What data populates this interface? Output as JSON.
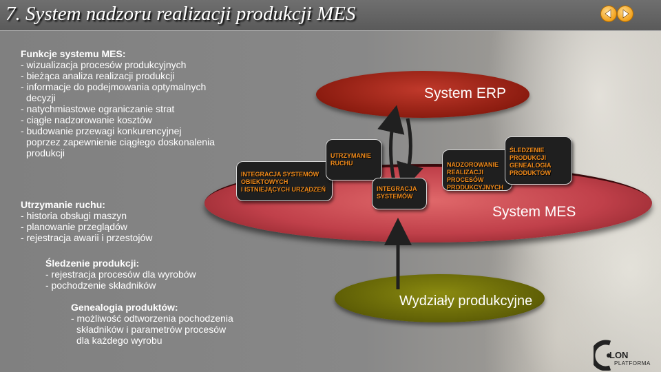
{
  "title": "7. System nadzoru realizacji produkcji MES",
  "block_functions": {
    "heading": "Funkcje systemu MES:",
    "lines": [
      "- wizualizacja procesów produkcyjnych",
      "- bieżąca analiza realizacji produkcji",
      "- informacje do podejmowania optymalnych",
      "decyzji",
      "- natychmiastowe ograniczanie strat",
      "- ciągłe nadzorowanie kosztów",
      "- budowanie przewagi konkurencyjnej",
      "poprzez zapewnienie ciągłego doskonalenia",
      "produkcji"
    ]
  },
  "block_maintenance": {
    "heading": "Utrzymanie ruchu:",
    "lines": [
      "- historia obsługi maszyn",
      "- planowanie przeglądów",
      "- rejestracja awarii i przestojów"
    ]
  },
  "block_tracking": {
    "heading": "Śledzenie produkcji:",
    "lines": [
      "- rejestracja procesów dla wyrobów",
      "- pochodzenie składników"
    ]
  },
  "block_genealogy": {
    "heading": "Genealogia produktów:",
    "lines": [
      "- możliwość odtworzenia pochodzenia",
      "składników  i parametrów procesów",
      "dla każdego wyrobu"
    ]
  },
  "diagram": {
    "erp_label": "System ERP",
    "mes_label": "System MES",
    "production_label": "Wydziały produkcyjne",
    "boxes": [
      [
        "INTEGRACJA SYSTEMÓW",
        "OBIEKTOWYCH",
        "I ISTNIEJĄCYCH URZĄDZEŃ"
      ],
      [
        "UTRZYMANIE",
        "RUCHU"
      ],
      [
        "INTEGRACJA",
        "SYSTEMÓW"
      ],
      [
        "NADZOROWANIE",
        "REALIZACJI",
        "PROCESÓW",
        "PRODUKCYJNYCH"
      ],
      [
        "ŚLEDZENIE",
        "PRODUKCJI",
        "GENEALOGIA",
        "PRODUKTÓW"
      ]
    ],
    "box_text_color": "#f08a1a"
  },
  "logo": {
    "text": "LON",
    "sub": "PLATFORMA"
  },
  "colors": {
    "erp": "#a8281a",
    "mes": "#c8484e",
    "production": "#6b6b08",
    "nav": "#f2a21c"
  },
  "icons": {
    "prev": "triangle-left-icon",
    "next": "triangle-right-icon"
  }
}
